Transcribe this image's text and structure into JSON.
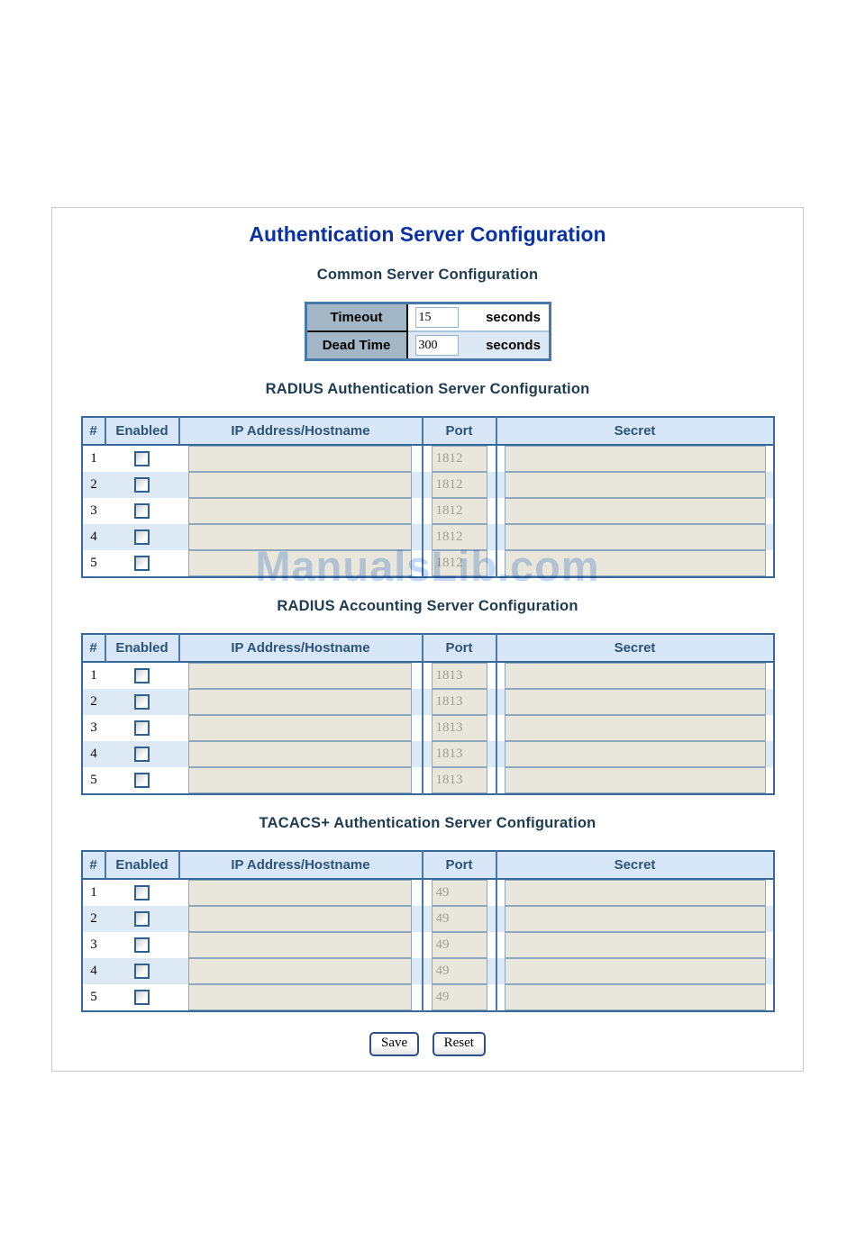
{
  "page": {
    "title": "Authentication Server Configuration",
    "watermark": "ManualsLib.com"
  },
  "common": {
    "heading": "Common Server Configuration",
    "rows": [
      {
        "label": "Timeout",
        "value": "15",
        "unit": "seconds"
      },
      {
        "label": "Dead Time",
        "value": "300",
        "unit": "seconds"
      }
    ]
  },
  "columns": {
    "num": "#",
    "enabled": "Enabled",
    "ip": "IP Address/Hostname",
    "port": "Port",
    "secret": "Secret"
  },
  "tables": [
    {
      "id": "radius-auth",
      "heading": "RADIUS Authentication Server Configuration",
      "rows": [
        {
          "index": "1",
          "enabled": false,
          "ip": "",
          "port": "1812",
          "secret": ""
        },
        {
          "index": "2",
          "enabled": false,
          "ip": "",
          "port": "1812",
          "secret": ""
        },
        {
          "index": "3",
          "enabled": false,
          "ip": "",
          "port": "1812",
          "secret": ""
        },
        {
          "index": "4",
          "enabled": false,
          "ip": "",
          "port": "1812",
          "secret": ""
        },
        {
          "index": "5",
          "enabled": false,
          "ip": "",
          "port": "1812",
          "secret": ""
        }
      ]
    },
    {
      "id": "radius-acct",
      "heading": "RADIUS Accounting Server Configuration",
      "rows": [
        {
          "index": "1",
          "enabled": false,
          "ip": "",
          "port": "1813",
          "secret": ""
        },
        {
          "index": "2",
          "enabled": false,
          "ip": "",
          "port": "1813",
          "secret": ""
        },
        {
          "index": "3",
          "enabled": false,
          "ip": "",
          "port": "1813",
          "secret": ""
        },
        {
          "index": "4",
          "enabled": false,
          "ip": "",
          "port": "1813",
          "secret": ""
        },
        {
          "index": "5",
          "enabled": false,
          "ip": "",
          "port": "1813",
          "secret": ""
        }
      ]
    },
    {
      "id": "tacacs-auth",
      "heading": "TACACS+ Authentication Server Configuration",
      "rows": [
        {
          "index": "1",
          "enabled": false,
          "ip": "",
          "port": "49",
          "secret": ""
        },
        {
          "index": "2",
          "enabled": false,
          "ip": "",
          "port": "49",
          "secret": ""
        },
        {
          "index": "3",
          "enabled": false,
          "ip": "",
          "port": "49",
          "secret": ""
        },
        {
          "index": "4",
          "enabled": false,
          "ip": "",
          "port": "49",
          "secret": ""
        },
        {
          "index": "5",
          "enabled": false,
          "ip": "",
          "port": "49",
          "secret": ""
        }
      ]
    }
  ],
  "buttons": {
    "save": "Save",
    "reset": "Reset"
  },
  "colors": {
    "title": "#0a32a4",
    "section_heading": "#1d3c52",
    "table_border": "#38699b",
    "table_header_bg": "#d7e7f7",
    "row_stripe": "#dde9f5",
    "input_bg": "#e9e7dc",
    "common_label_bg": "#a2b6c6",
    "watermark": "#c2d8f4"
  }
}
